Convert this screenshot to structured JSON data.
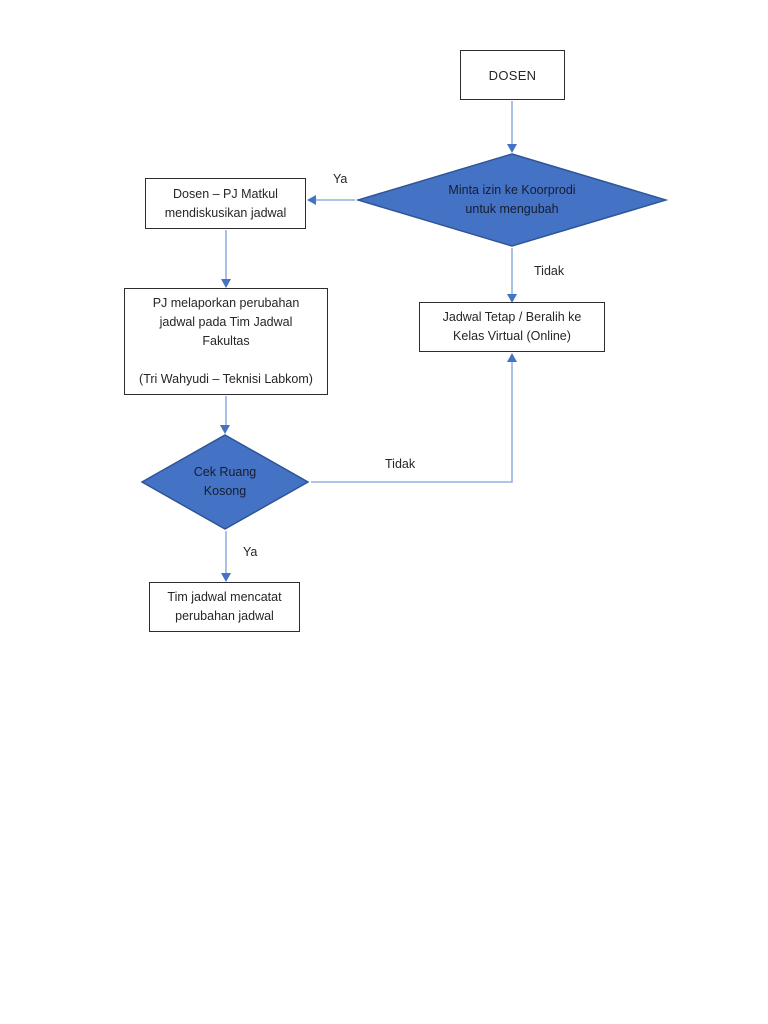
{
  "flowchart": {
    "nodes": {
      "dosen": {
        "lines": [
          "DOSEN"
        ]
      },
      "minta_izin": {
        "lines": [
          "Minta izin ke Koorprodi",
          "untuk mengubah"
        ]
      },
      "diskusi": {
        "lines": [
          "Dosen – PJ Matkul",
          "mendiskusikan jadwal"
        ]
      },
      "lapor": {
        "lines": [
          "PJ melaporkan perubahan",
          "jadwal pada Tim Jadwal",
          "Fakultas",
          "(Tri Wahyudi – Teknisi Labkom)"
        ]
      },
      "jadwal_tetap": {
        "lines": [
          "Jadwal Tetap / Beralih ke",
          "Kelas Virtual (Online)"
        ]
      },
      "cek_ruang": {
        "lines": [
          "Cek Ruang",
          "Kosong"
        ]
      },
      "mencatat": {
        "lines": [
          "Tim jadwal mencatat",
          "perubahan jadwal"
        ]
      }
    },
    "edge_labels": {
      "minta_izin_ya": "Ya",
      "minta_izin_tidak": "Tidak",
      "cek_ruang_tidak": "Tidak",
      "cek_ruang_ya": "Ya"
    },
    "colors": {
      "diamond_fill": "#4472C4",
      "diamond_border": "#2F5597",
      "connector_line": "#94B0E2",
      "arrowhead": "#4472C4",
      "box_border": "#2D2D2D",
      "text": "#262626",
      "diamond_text": "#161D31"
    }
  }
}
